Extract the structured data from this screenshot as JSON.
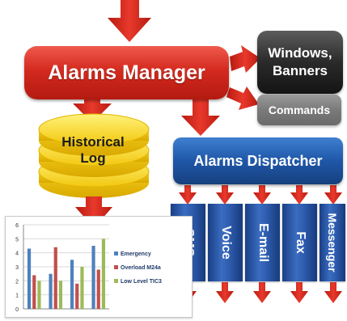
{
  "diagram": {
    "manager_label": "Alarms Manager",
    "windows_label_line1": "Windows,",
    "windows_label_line2": "Banners",
    "commands_label": "Commands",
    "log_label_line1": "Historical",
    "log_label_line2": "Log",
    "dispatcher_label": "Alarms Dispatcher",
    "channels": [
      "SMS",
      "Voice",
      "E-mail",
      "Fax",
      "Messenger"
    ],
    "colors": {
      "manager": "#d42a1f",
      "arrow": "#d8281c",
      "windows": "#2a2a2a",
      "commands": "#7a7a7a",
      "dispatcher": "#1f57a8",
      "channel": "#2f5eb0",
      "log": "#f2c810"
    }
  },
  "chart_data": {
    "type": "bar",
    "categories": [
      "",
      "",
      "",
      ""
    ],
    "ylim": [
      0,
      6
    ],
    "yticks": [
      "0",
      "1",
      "2",
      "3",
      "4",
      "5",
      "6"
    ],
    "series": [
      {
        "name": "Emergency",
        "color": "#4f81bd",
        "values": [
          4.3,
          2.5,
          3.5,
          4.5
        ]
      },
      {
        "name": "Overload M24a",
        "color": "#c0504d",
        "values": [
          2.4,
          4.4,
          1.8,
          2.8
        ]
      },
      {
        "name": "Low Level TIC3",
        "color": "#9bbb59",
        "values": [
          2.0,
          2.0,
          3.0,
          5.0
        ]
      }
    ],
    "legend_position": "right",
    "grid": true
  }
}
